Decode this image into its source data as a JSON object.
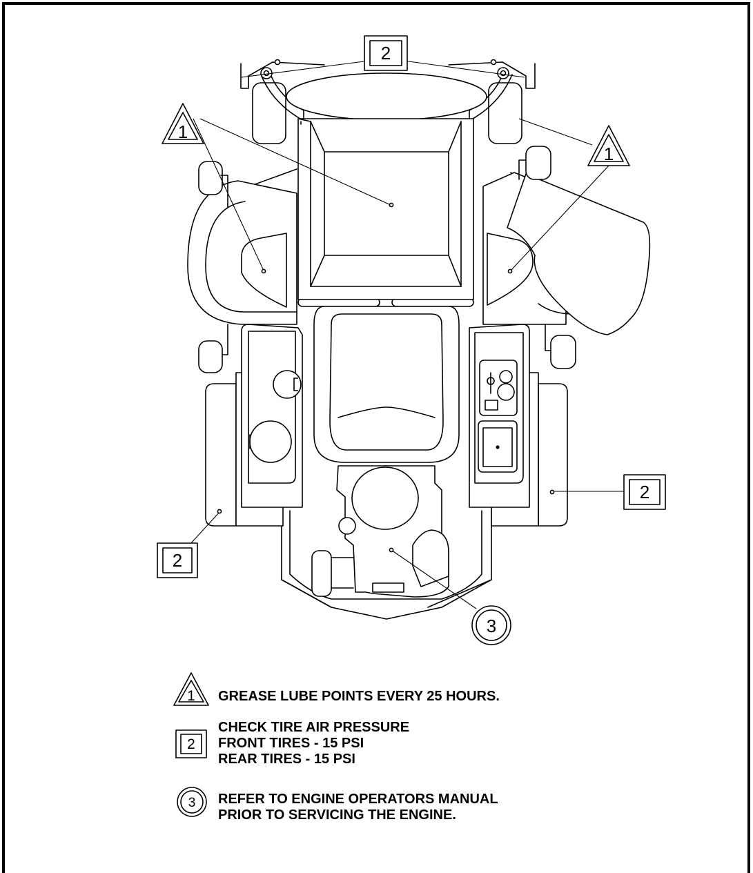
{
  "callouts": {
    "lube_marker": "1",
    "tire_marker": "2",
    "engine_marker": "3"
  },
  "legend": {
    "lube": {
      "marker": "1",
      "line1": "GREASE LUBE POINTS EVERY 25 HOURS."
    },
    "tire": {
      "marker": "2",
      "line1": "CHECK TIRE AIR PRESSURE",
      "line2": "FRONT TIRES - 15 PSI",
      "line3": "REAR TIRES - 15 PSI"
    },
    "engine": {
      "marker": "3",
      "line1": "REFER TO ENGINE OPERATORS MANUAL",
      "line2": "PRIOR TO SERVICING THE ENGINE."
    }
  }
}
